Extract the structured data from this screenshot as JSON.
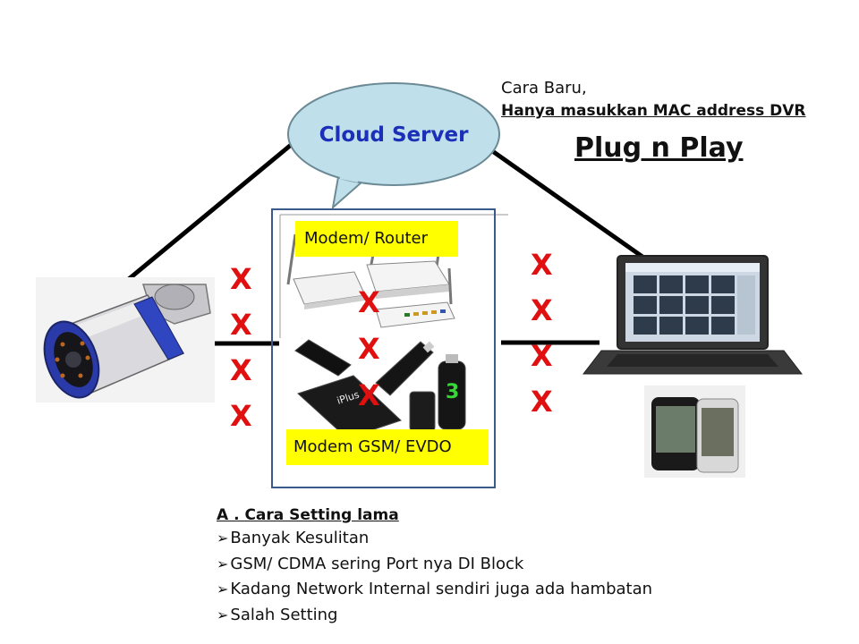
{
  "cloud": {
    "label": "Cloud Server"
  },
  "new_method": {
    "title": "Cara Baru,",
    "description": "Hanya masukkan MAC address DVR",
    "headline": "Plug n Play"
  },
  "devices": {
    "router_label": "Modem/ Router",
    "gsm_label": "Modem GSM/ EVDO",
    "usb_brand": "iPlus"
  },
  "marks": {
    "symbol": "X",
    "left": [
      "X",
      "X",
      "X",
      "X"
    ],
    "right": [
      "X",
      "X",
      "X",
      "X"
    ],
    "middle": [
      "X",
      "X",
      "X"
    ]
  },
  "old_method": {
    "title": "A . Cara Setting lama",
    "bullet_icon": "arrow-bullet-icon",
    "items": [
      "Banyak Kesulitan",
      "GSM/ CDMA sering Port nya DI Block",
      "Kadang Network Internal sendiri juga ada hambatan",
      "Salah Setting"
    ]
  },
  "colors": {
    "x_mark": "#e01010",
    "cloud_text": "#1c2fb8",
    "cloud_fill": "#bfe0ea",
    "label_bg": "#ffff00",
    "box_border": "#3a5a8a"
  }
}
